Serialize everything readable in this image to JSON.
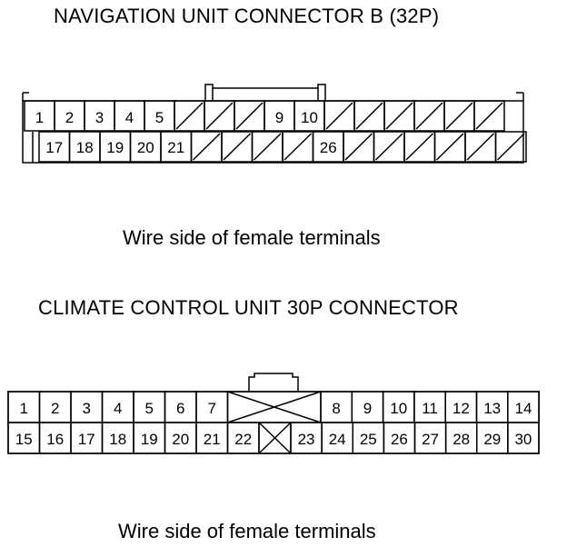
{
  "connector_b": {
    "title": "NAVIGATION UNIT CONNECTOR B (32P)",
    "caption": "Wire side of female terminals",
    "row1": [
      "1",
      "2",
      "3",
      "4",
      "5",
      "",
      "",
      "",
      "9",
      "10",
      "",
      "",
      "",
      "",
      "",
      ""
    ],
    "row2": [
      "17",
      "18",
      "19",
      "20",
      "21",
      "",
      "",
      "",
      "",
      "26",
      "",
      "",
      "",
      "",
      "",
      ""
    ]
  },
  "connector_climate": {
    "title": "CLIMATE CONTROL UNIT 30P CONNECTOR",
    "caption": "Wire side of female terminals",
    "row1_left": [
      "1",
      "2",
      "3",
      "4",
      "5",
      "6",
      "7"
    ],
    "row1_right": [
      "8",
      "9",
      "10",
      "11",
      "12",
      "13",
      "14"
    ],
    "row2_left": [
      "15",
      "16",
      "17",
      "18",
      "19",
      "20",
      "21",
      "22"
    ],
    "row2_right": [
      "23",
      "24",
      "25",
      "26",
      "27",
      "28",
      "29",
      "30"
    ]
  }
}
